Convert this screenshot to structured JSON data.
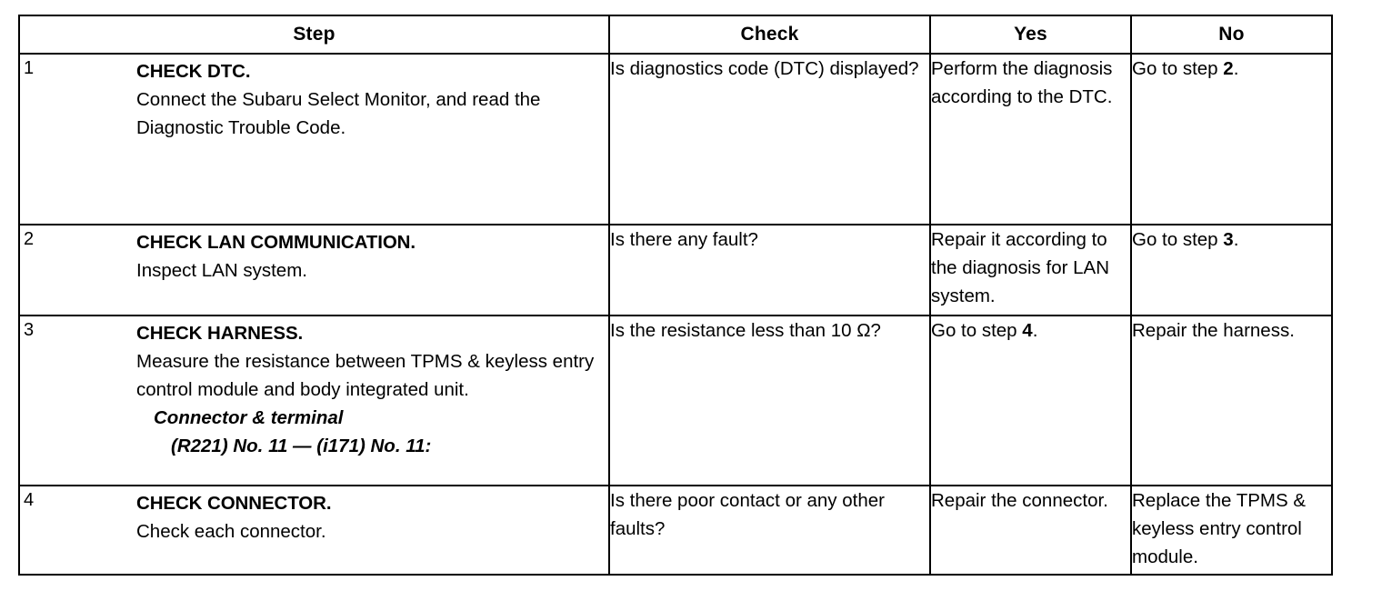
{
  "table": {
    "headers": {
      "step": "Step",
      "check": "Check",
      "yes": "Yes",
      "no": "No"
    },
    "rows": [
      {
        "number": "1",
        "title": "CHECK DTC.",
        "description": "Connect the Subaru Select Monitor, and read the Diagnostic Trouble Code.",
        "note": "",
        "note_sub": "",
        "check": "Is diagnostics code (DTC) displayed?",
        "yes": "Perform the diagnosis according to the DTC.",
        "no_pre": "Go to step ",
        "no_bold": "2",
        "no_post": "."
      },
      {
        "number": "2",
        "title": "CHECK LAN COMMUNICATION.",
        "description": "Inspect LAN system.",
        "note": "",
        "note_sub": "",
        "check": "Is there any fault?",
        "yes": "Repair it according to the diagnosis for LAN system.",
        "no_pre": "Go to step ",
        "no_bold": "3",
        "no_post": "."
      },
      {
        "number": "3",
        "title": "CHECK HARNESS.",
        "description": "Measure the resistance between TPMS & keyless entry control module and body integrated unit.",
        "note": "Connector & terminal",
        "note_sub": "(R221) No. 11 — (i171) No. 11:",
        "check": "Is the resistance less than 10 Ω?",
        "yes_pre": "Go to step ",
        "yes_bold": "4",
        "yes_post": ".",
        "no": "Repair the harness."
      },
      {
        "number": "4",
        "title": "CHECK CONNECTOR.",
        "description": "Check each connector.",
        "note": "",
        "note_sub": "",
        "check": "Is there poor contact or any other faults?",
        "yes": "Repair the connector.",
        "no": "Replace the TPMS & keyless entry control module."
      }
    ]
  },
  "colors": {
    "background": "#ffffff",
    "text": "#000000",
    "border": "#000000"
  }
}
